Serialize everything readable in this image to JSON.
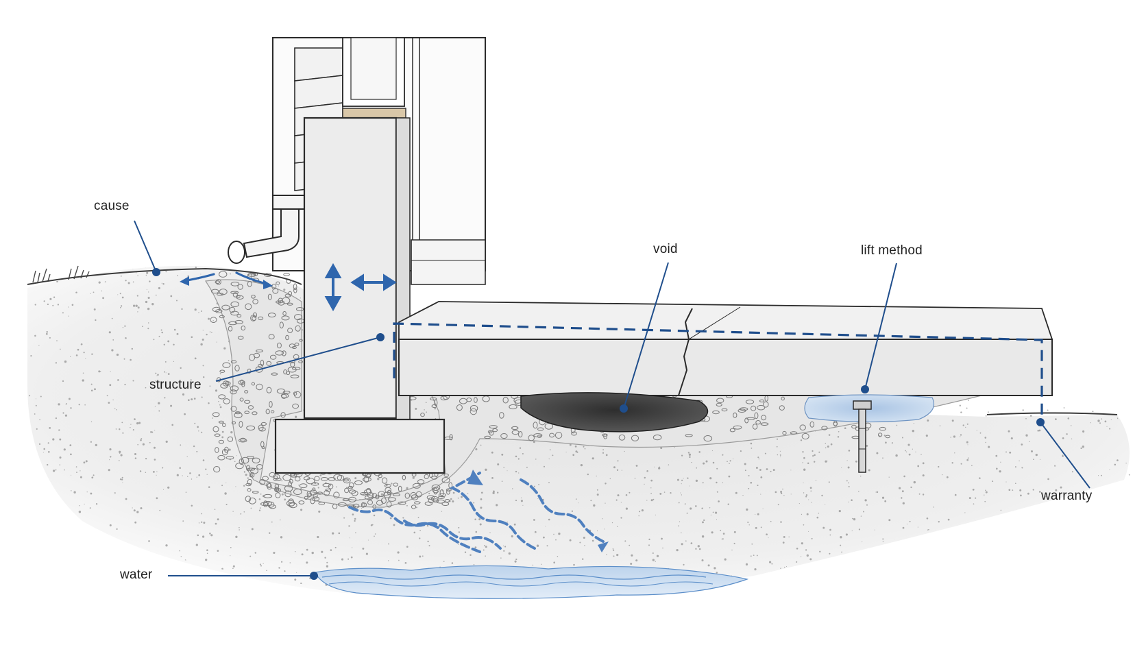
{
  "labels": {
    "cause": "cause",
    "structure": "structure",
    "void": "void",
    "lift_method": "lift method",
    "warranty": "warranty",
    "water": "water"
  },
  "colors": {
    "callout": "#1f4e8c",
    "water": "#5b8ec9",
    "soil_stipple": "#6f6f6f",
    "concrete": "#ededed",
    "line": "#2a2a2a"
  }
}
